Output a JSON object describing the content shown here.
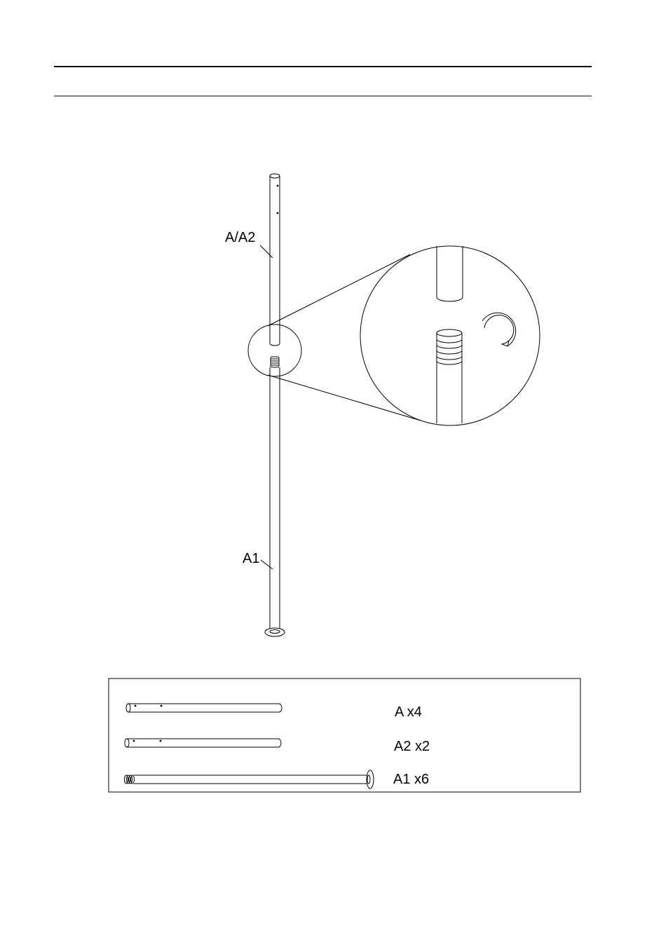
{
  "diagram": {
    "callouts": {
      "upper_pole": "A/A2",
      "lower_pole": "A1"
    },
    "parts_list": [
      {
        "label": "A x4"
      },
      {
        "label": "A2 x2"
      },
      {
        "label": "A1 x6"
      }
    ]
  }
}
